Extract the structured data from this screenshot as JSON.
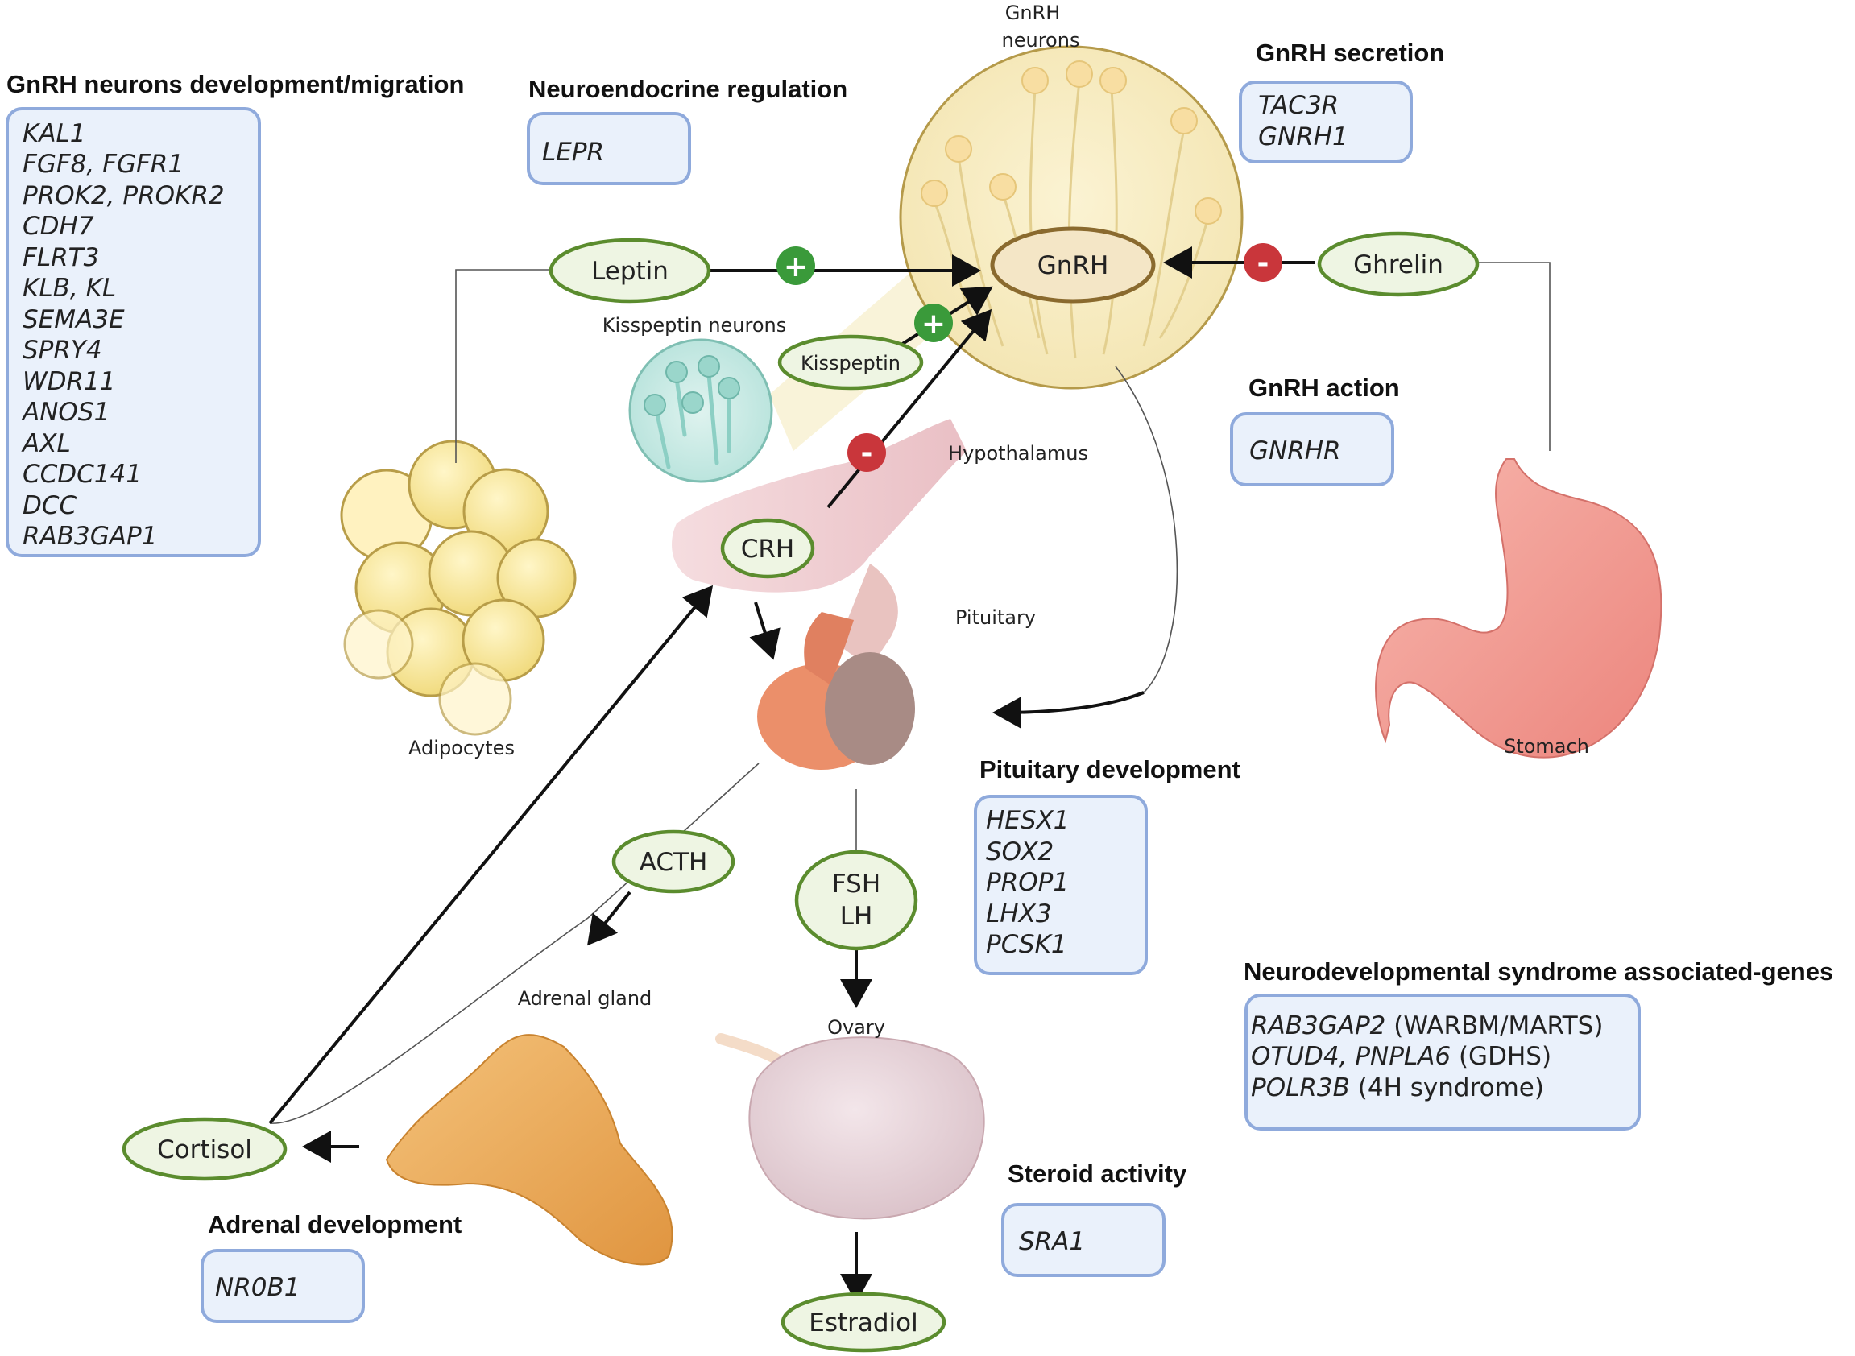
{
  "boxes": {
    "gnrh_dev": {
      "title": "GnRH neurons development/migration",
      "genes": [
        "KAL1",
        "FGF8, FGFR1",
        "PROK2, PROKR2",
        "CDH7",
        "FLRT3",
        "KLB, KL",
        "SEMA3E",
        "SPRY4",
        "WDR11",
        "ANOS1",
        "AXL",
        "CCDC141",
        "DCC",
        "RAB3GAP1"
      ]
    },
    "neuroendocrine": {
      "title": "Neuroendocrine regulation",
      "genes": [
        "LEPR"
      ]
    },
    "gnrh_secretion": {
      "title": "GnRH secretion",
      "genes": [
        "TAC3R",
        "GNRH1"
      ]
    },
    "gnrh_action": {
      "title": "GnRH action",
      "genes": [
        "GNRHR"
      ]
    },
    "pituitary_dev": {
      "title": "Pituitary development",
      "genes": [
        "HESX1",
        "SOX2",
        "PROP1",
        "LHX3",
        "PCSK1"
      ]
    },
    "neurodev": {
      "title": "Neurodevelopmental syndrome associated-genes",
      "rows": [
        {
          "genes": "RAB3GAP2",
          "note": " (WARBM/MARTS)"
        },
        {
          "genes": "OTUD4, PNPLA6",
          "note": " (GDHS)"
        },
        {
          "genes": "POLR3B",
          "note": " (4H syndrome)"
        }
      ]
    },
    "steroid": {
      "title": "Steroid activity",
      "genes": [
        "SRA1"
      ]
    },
    "adrenal_dev": {
      "title": "Adrenal development",
      "genes": [
        "NR0B1"
      ]
    }
  },
  "hormones": {
    "leptin": "Leptin",
    "gnrh": "GnRH",
    "ghrelin": "Ghrelin",
    "kisspeptin": "Kisspeptin",
    "crh": "CRH",
    "acth": "ACTH",
    "fsh": "FSH",
    "lh": "LH",
    "cortisol": "Cortisol",
    "estradiol": "Estradiol"
  },
  "labels": {
    "gnrh_neurons_1": "GnRH",
    "gnrh_neurons_2": "neurons",
    "kisspeptin_neurons": "Kisspeptin neurons",
    "hypothalamus": "Hypothalamus",
    "pituitary": "Pituitary",
    "adipocytes": "Adipocytes",
    "stomach": "Stomach",
    "adrenal_gland": "Adrenal gland",
    "ovary": "Ovary"
  },
  "signs": {
    "plus": "+",
    "minus": "-"
  },
  "colors": {
    "box_fill": "#eaf1fb",
    "box_stroke": "#8faadc",
    "oval_fill": "#eef5e3",
    "oval_stroke": "#5b8c2e",
    "stimulate": "#3a9a3a",
    "inhibit": "#c9363b"
  }
}
